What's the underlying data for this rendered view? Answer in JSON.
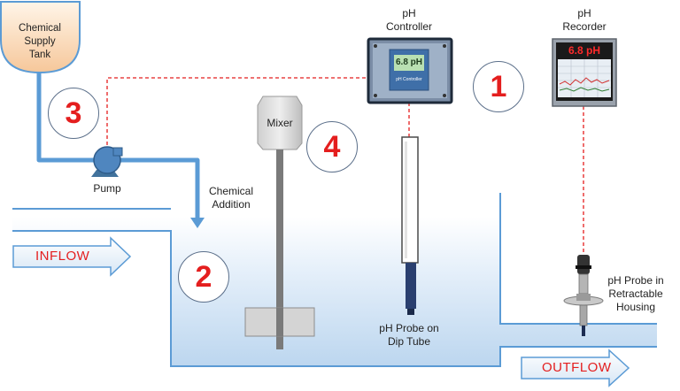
{
  "tank": {
    "line1": "Chemical",
    "line2": "Supply",
    "line3": "Tank"
  },
  "pump": {
    "label": "Pump"
  },
  "chemical_addition": {
    "line1": "Chemical",
    "line2": "Addition"
  },
  "mixer": {
    "label": "Mixer"
  },
  "controller": {
    "title1": "pH",
    "title2": "Controller",
    "display": "6.8 pH",
    "panel": "pH Controller"
  },
  "recorder": {
    "title1": "pH",
    "title2": "Recorder",
    "display": "6.8 pH"
  },
  "dip_probe": {
    "line1": "pH Probe on",
    "line2": "Dip Tube"
  },
  "retract_probe": {
    "line1": "pH Probe in",
    "line2": "Retractable",
    "line3": "Housing"
  },
  "flows": {
    "inflow": "INFLOW",
    "outflow": "OUTFLOW"
  },
  "steps": {
    "one": "1",
    "two": "2",
    "three": "3",
    "four": "4"
  },
  "colors": {
    "pipe": "#5b9bd5",
    "water": "#d9e8f6",
    "signal": "#e41e1e",
    "step_text": "#e41e1e"
  }
}
